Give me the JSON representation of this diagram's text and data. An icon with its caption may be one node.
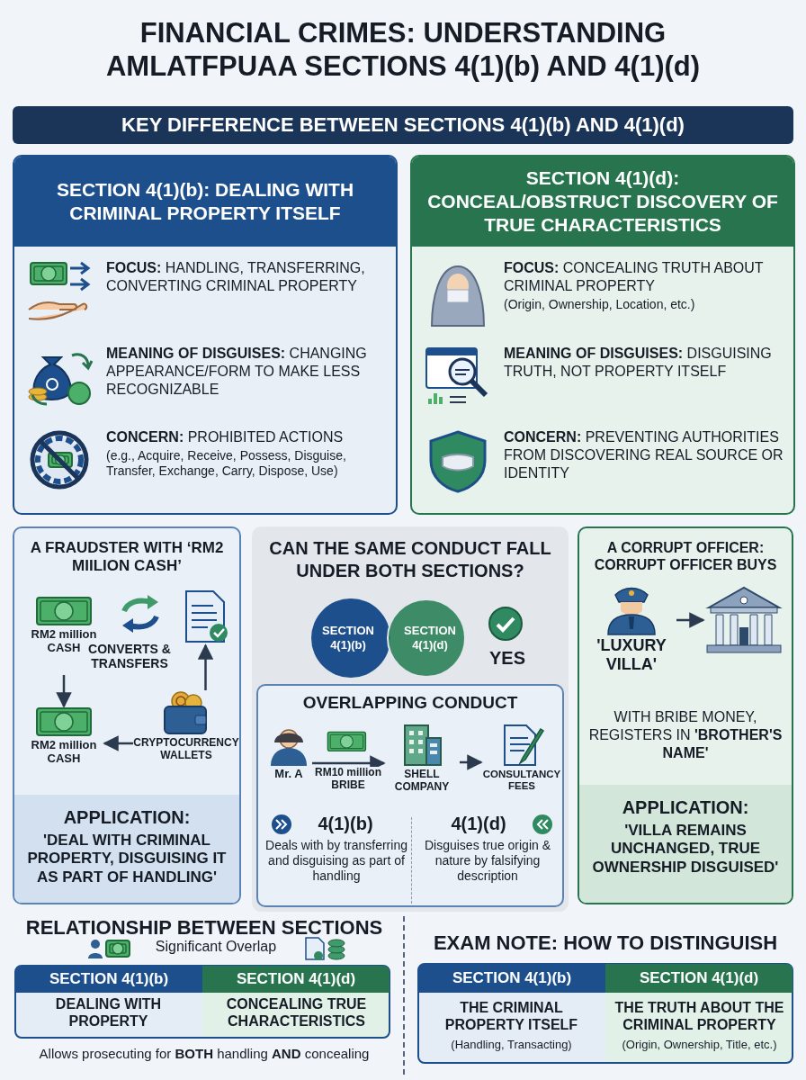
{
  "diagram": {
    "title": "FINANCIAL CRIMES: UNDERSTANDING AMLATFPUAA SECTIONS 4(1)(b) AND 4(1)(d)",
    "nodes": [
      {
        "text": [
          "KEY DIFFERENCE BETWEEN SECTIONS 4(1)(b) AND 4(1)(d)"
        ]
      },
      {
        "text": [
          "SECTION 4(1)(b): DEALING WITH CRIMINAL PROPERTY ITSELF"
        ]
      },
      {
        "text": [
          "**FOCUS:** HANDLING, TRANSFERRING, CONVERTING CRIMINAL PROPERTY"
        ],
        "in": 1
      },
      {
        "text": [
          "**MEANING OF DISGUISES:** CHANGING APPEARANCE/FORM TO MAKE LESS RECOGNIZABLE"
        ],
        "in": 1
      },
      {
        "text": [
          "**CONCERN:** PROHIBITED ACTIONS",
          "(e.g., Acquire, Receive, Possess, Disguise, Transfer, Exchange, Carry, Dispose, Use)"
        ],
        "in": 1
      },
      {
        "text": [
          "SECTION 4(1)(d): CONCEAL/OBSTRUCT DISCOVERY OF TRUE CHARACTERISTICS"
        ]
      },
      {
        "text": [
          "**FOCUS:** CONCEALING TRUTH ABOUT CRIMINAL PROPERTY",
          "(Origin, Ownership, Location, etc.)"
        ],
        "in": 5
      },
      {
        "text": [
          "**MEANING OF DISGUISES:** DISGUISING TRUTH, NOT PROPERTY ITSELF"
        ],
        "in": 5
      },
      {
        "text": [
          "**CONCERN:** PREVENTING AUTHORITIES FROM DISCOVERING REAL SOURCE OR IDENTITY"
        ],
        "in": 5
      },
      {
        "text": [
          "A FRAUDSTER WITH ‘RM2 MIILION CASH’"
        ]
      },
      {
        "text": [
          "RM2 million CASH"
        ],
        "in": 9
      },
      {
        "text": [],
        "shape": "picture",
        "in": 9
      },
      {
        "text": [
          "RM2 million CASH"
        ],
        "in": 9
      },
      {
        "text": [
          "CRYPTOCURRENCY WALLETS"
        ],
        "in": 9
      },
      {
        "text": [
          "APPLICATION:",
          "'DEAL WITH CRIMINAL PROPERTY, DISGUISING IT AS PART OF HANDLING'"
        ],
        "in": 9
      },
      {
        "text": [
          "CAN THE SAME CONDUCT FALL UNDER BOTH SECTIONS?"
        ]
      },
      {
        "text": [
          "SECTION 4(1)(b)"
        ],
        "in": 15
      },
      {
        "text": [
          "SECTION 4(1)(d)"
        ],
        "in": 15
      },
      {
        "text": [
          "OVERLAPPING CONDUCT"
        ],
        "in": 15
      },
      {
        "text": [
          "Mr. A"
        ],
        "in": 18
      },
      {
        "text": [
          "SHELL COMPANY"
        ],
        "in": 18
      },
      {
        "text": [
          "CONSULTANCY FEES"
        ],
        "in": 18
      },
      {
        "text": [
          "4(1)(b)",
          "Deals with by transferring and disguising as part of handling"
        ],
        "in": 18
      },
      {
        "text": [
          "4(1)(d)",
          "Disguises true origin & nature by falsifying description"
        ],
        "in": 18
      },
      {
        "text": [
          "A CORRUPT OFFICER: CORRUPT OFFICER BUYS",
          "WITH BRIBE MONEY, REGISTERS IN **'BROTHER'S NAME'**"
        ]
      },
      {
        "text": [
          "'LUXURY VILLA'"
        ],
        "in": 24
      },
      {
        "text": [],
        "shape": "picture",
        "in": 24
      },
      {
        "text": [
          "APPLICATION:",
          "'VILLA REMAINS UNCHANGED, TRUE OWNERSHIP DISGUISED'"
        ],
        "in": 24
      }
    ],
    "edges": [
      {
        "from": 10,
        "to": 12,
        "arrow": "to"
      },
      {
        "from": 13,
        "to": 12,
        "arrow": "to"
      },
      {
        "from": 13,
        "to": 11,
        "arrow": "to"
      },
      {
        "from": 19,
        "to": 20,
        "arrow": "to",
        "label": "RM10 million BRIBE"
      },
      {
        "from": 20,
        "to": 21,
        "arrow": "to"
      },
      {
        "from": 25,
        "to": 26,
        "arrow": "to"
      }
    ],
    "labels": [
      "CONVERTS & TRANSFERS",
      "YES",
      "RELATIONSHIP BETWEEN SECTIONS",
      "Significant Overlap",
      "SECTION 4(1)(b)",
      "SECTION 4(1)(d)",
      "DEALING WITH PROPERTY",
      "CONCEALING TRUE CHARACTERISTICS",
      "Allows prosecuting for **BOTH** handling **AND** concealing",
      "EXAM NOTE: HOW TO DISTINGUISH",
      "SECTION 4(1)(b)",
      "SECTION 4(1)(d)",
      "THE CRIMINAL PROPERTY ITSELF",
      "(Handling, Transacting)",
      "THE TRUTH ABOUT THE CRIMINAL PROPERTY",
      "(Origin, Ownership, Title, etc.)"
    ]
  }
}
